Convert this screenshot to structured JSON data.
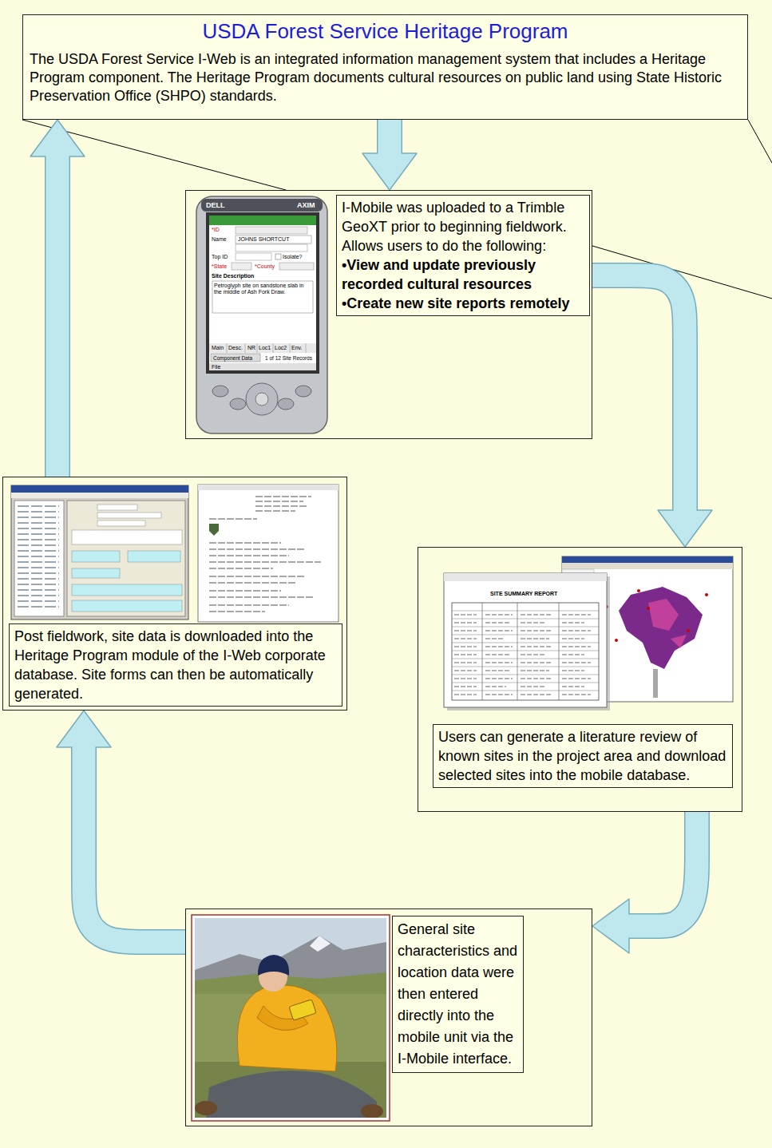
{
  "diagram": {
    "nodes": [
      {
        "text": [
          "USDA Forest Service Heritage Program",
          "The USDA Forest Service I-Web is an integrated information management system that includes a Heritage Program component. The Heritage Program documents cultural resources on public land using State Historic Preservation Office (SHPO) standards."
        ]
      },
      {
        "text": [
          "I-Mobile was uploaded to a Trimble GeoXT prior to beginning fieldwork. Allows users to do the following:",
          "•View and update previously recorded cultural resources",
          "•Create new site reports remotely"
        ]
      },
      {
        "text": [
          "Post fieldwork, site data is downloaded into the Heritage Program module of the I-Web corporate database. Site forms can then be automatically generated."
        ]
      },
      {
        "text": [
          "Users can generate a literature review of known sites in the project area and download selected sites into the mobile database."
        ]
      },
      {
        "text": [
          "General site characteristics and location data were then entered directly into the mobile unit via the I-Mobile interface."
        ]
      }
    ],
    "edges": [
      {
        "from": 0,
        "to": 1,
        "arrow": "to"
      },
      {
        "from": 1,
        "to": 3,
        "arrow": "to"
      },
      {
        "from": 3,
        "to": 4,
        "arrow": "to"
      },
      {
        "from": 4,
        "to": 2,
        "arrow": "to"
      },
      {
        "from": 2,
        "to": 0,
        "arrow": "to"
      }
    ],
    "labels": [
      "DELL",
      "AXIM",
      "*ID",
      "Name",
      "JOHNS SHORTCUT",
      "Top ID",
      "Isolate?",
      "*State",
      "*County",
      "Site Description",
      "Petroglyph site on sandstone slab in the middle of Ash Fork Draw.",
      "Main",
      "Desc.",
      "NR",
      "Loc1",
      "Loc2",
      "Env.",
      "Component Data",
      "1 of 12 Site Records",
      "File",
      "SITE SUMMARY REPORT"
    ]
  }
}
